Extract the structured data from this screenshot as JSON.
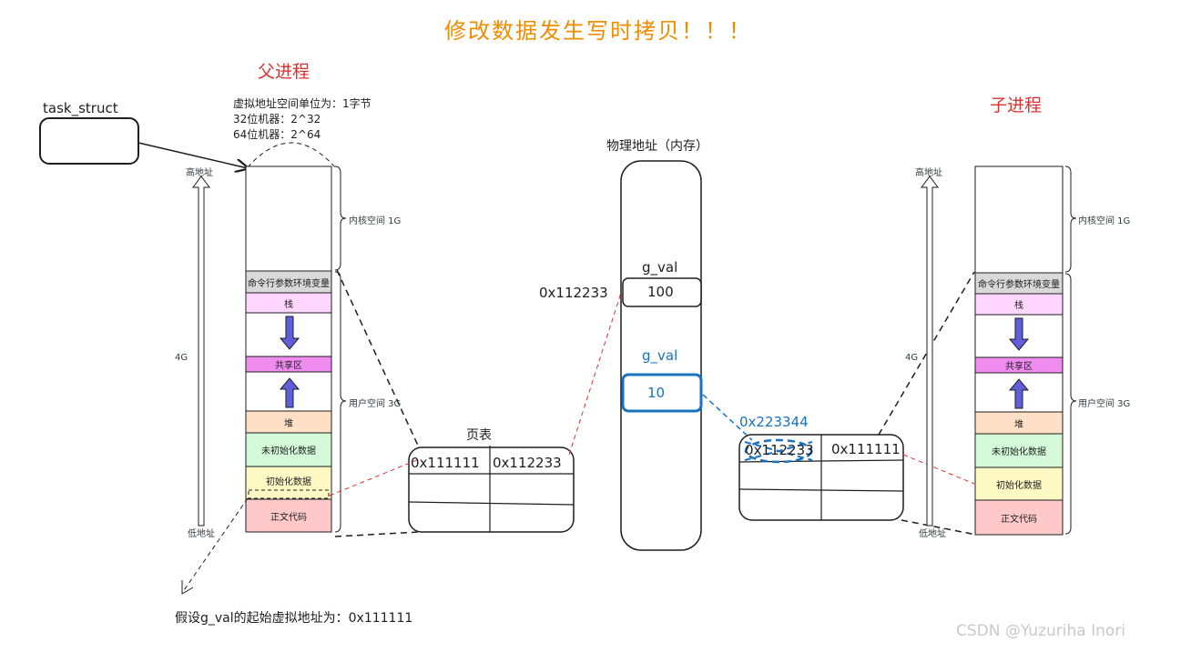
{
  "title": "修改数据发生写时拷贝！！！",
  "parent": {
    "label": "父进程",
    "task_struct_label": "task_struct",
    "notes": [
      "虚拟地址空间单位为：1字节",
      "32位机器：2^32",
      "64位机器：2^64"
    ],
    "high_addr": "高地址",
    "low_addr": "低地址",
    "size_label": "4G",
    "kernel_label": "内核空间 1G",
    "user_label": "用户空间 3G",
    "segments": [
      "命令行参数环境变量",
      "栈",
      "共享区",
      "堆",
      "未初始化数据",
      "初始化数据",
      "正文代码"
    ],
    "footnote": "假设g_val的起始虚拟地址为：0x111111"
  },
  "parent_page_table": {
    "label": "页表",
    "virtual": "0x111111",
    "physical": "0x112233"
  },
  "physical_memory": {
    "label": "物理地址（内存）",
    "cells": [
      {
        "var": "g_val",
        "value": "100",
        "address": "0x112233"
      },
      {
        "var": "g_val",
        "value": "10",
        "address": "0x223344"
      }
    ]
  },
  "child_page_table": {
    "old_physical": "0x112233",
    "new_physical": "0x223344",
    "virtual": "0x111111"
  },
  "child": {
    "label": "子进程",
    "high_addr": "高地址",
    "low_addr": "低地址",
    "size_label": "4G",
    "kernel_label": "内核空间 1G",
    "user_label": "用户空间 3G",
    "segments": [
      "命令行参数环境变量",
      "栈",
      "共享区",
      "堆",
      "未初始化数据",
      "初始化数据",
      "正文代码"
    ]
  },
  "colors": {
    "title": "#f08c00",
    "process_label": "#e03131",
    "cow_highlight": "#1971c2",
    "seg_cmdline": "#d9d9d9",
    "seg_stack": "#ffd6ff",
    "seg_shared": "#f08cf0",
    "seg_heap": "#ffe0c7",
    "seg_bss": "#d3f9d8",
    "seg_data": "#fff9c4",
    "seg_text": "#ffc9c9",
    "arrow": "#5f5fdc"
  },
  "watermark": "CSDN @Yuzuriha  Inori"
}
